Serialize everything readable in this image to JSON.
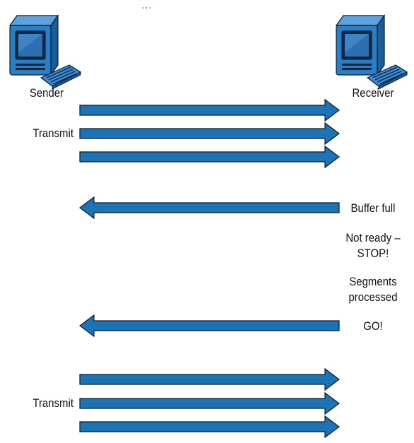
{
  "caption_fragment": "…",
  "endpoints": {
    "sender": {
      "label": "Sender",
      "icon": "computer-icon"
    },
    "receiver": {
      "label": "Receiver",
      "icon": "computer-icon"
    }
  },
  "phases": [
    {
      "label": "Transmit",
      "direction": "sender-to-receiver",
      "arrows": 3
    },
    {
      "label": "Buffer full",
      "direction": "receiver-to-sender",
      "arrows": 1
    },
    {
      "label": "Not ready –\nSTOP!"
    },
    {
      "label": "Segments\nprocessed"
    },
    {
      "label": "GO!",
      "direction": "receiver-to-sender",
      "arrows": 1
    },
    {
      "label": "Transmit",
      "direction": "sender-to-receiver",
      "arrows": 3
    }
  ],
  "colors": {
    "arrow_fill": "#1d74b5",
    "arrow_outline": "#0b1a2c",
    "monitor_blue": "#2a7ec6",
    "screen_dark": "#0e2a4a",
    "keyboard_blue": "#3c8ad0",
    "text": "#111111"
  }
}
